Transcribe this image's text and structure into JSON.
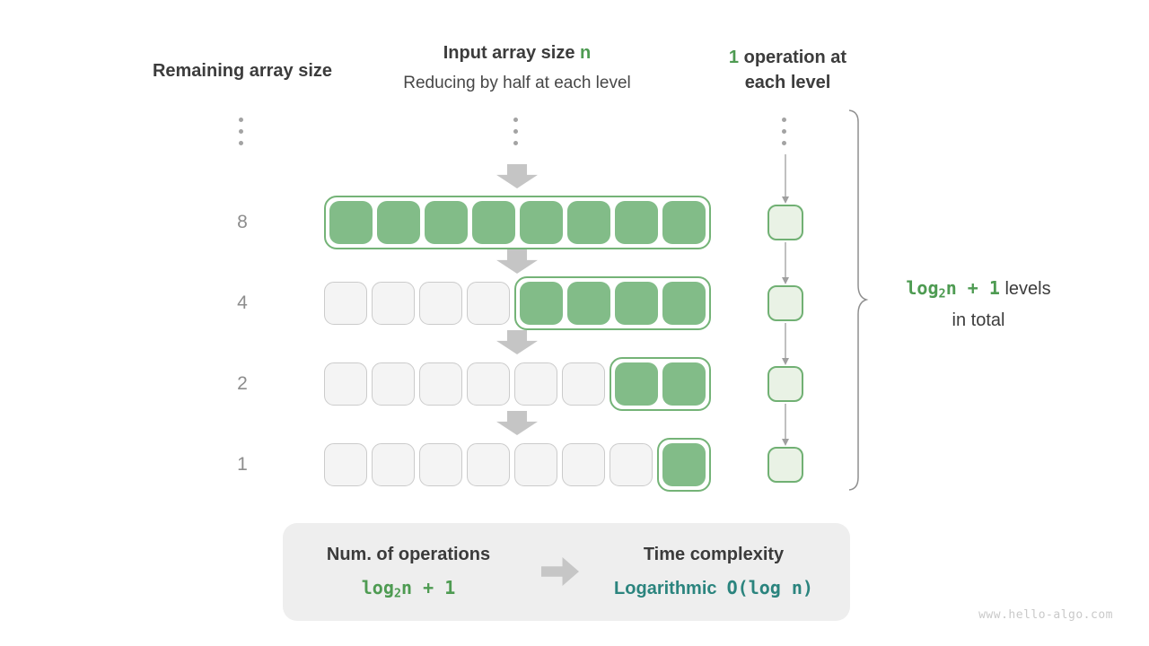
{
  "headers": {
    "left": "Remaining array size",
    "center_title": "Input array size ",
    "center_title_highlight": "n",
    "center_subtitle": "Reducing by half at each level",
    "right_highlight": "1",
    "right_line1_rest": " operation at",
    "right_line2": "each level"
  },
  "rows": [
    {
      "label": "8",
      "gray_cells": 0,
      "green_cells": 8
    },
    {
      "label": "4",
      "gray_cells": 4,
      "green_cells": 4
    },
    {
      "label": "2",
      "gray_cells": 6,
      "green_cells": 2
    },
    {
      "label": "1",
      "gray_cells": 7,
      "green_cells": 1
    }
  ],
  "levels_annotation": {
    "formula_log": "log",
    "formula_sub": "2",
    "formula_rest": "n + 1",
    "line1_rest": " levels",
    "line2": "in total"
  },
  "summary": {
    "operations_title": "Num. of operations",
    "operations_formula_log": "log",
    "operations_formula_sub": "2",
    "operations_formula_rest": "n + 1",
    "complexity_title": "Time complexity",
    "complexity_name": "Logarithmic",
    "complexity_code": "O(log n)"
  },
  "watermark": "www.hello-algo.com",
  "colors": {
    "green_fill": "#82bc88",
    "green_border": "#74b377",
    "light_green_fill": "#e9f2e5",
    "op_box_border": "#70b073",
    "gray_cell_fill": "#f4f4f4",
    "gray_cell_border": "#cbcbcb",
    "green_text": "#4e9b52",
    "teal_text": "#2b847e",
    "summary_bg": "#eeeeee",
    "arrow_gray": "#c5c5c5"
  }
}
